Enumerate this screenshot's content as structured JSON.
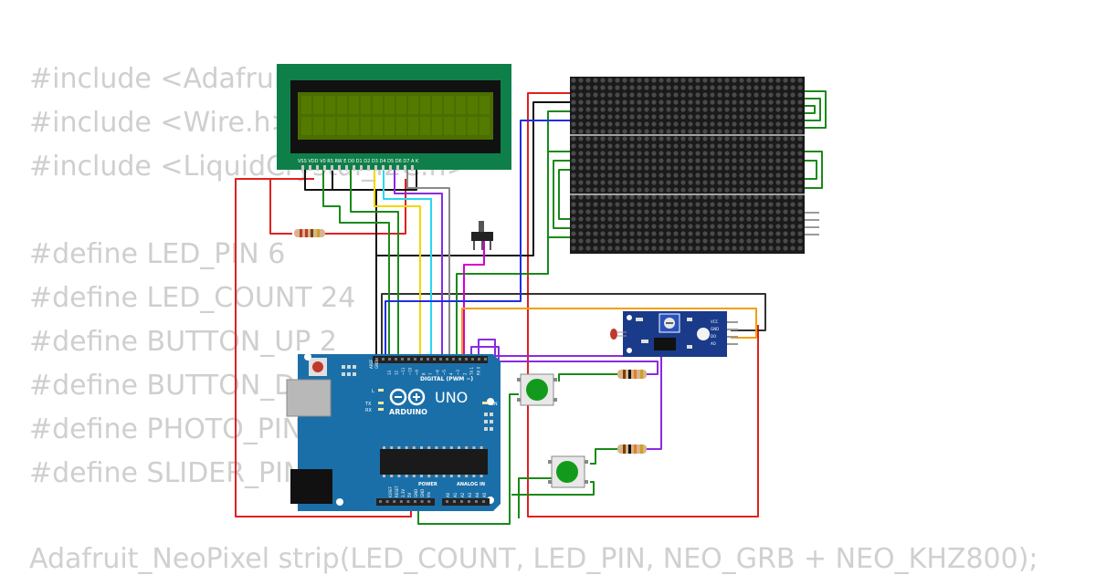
{
  "code": {
    "lines": [
      "#include <Adafruit_NeoPixel.h>",
      "#include <Wire.h>",
      "#include <LiquidCrystal_I2C.h>",
      "",
      "#define LED_PIN 6",
      "#define LED_COUNT 24",
      "#define BUTTON_UP 2",
      "#define BUTTON_DOWN 3",
      "#define PHOTO_PIN A0",
      "#define SLIDER_PIN A1"
    ],
    "footer": "Adafruit_NeoPixel strip(LED_COUNT, LED_PIN, NEO_GRB + NEO_KHZ800);"
  },
  "lcd": {
    "pin_labels": "VSS VDD V0 RS RW E D0 D1 D2 D3 D4 D5 D6 D7 A K"
  },
  "arduino": {
    "brand": "ARDUINO",
    "model": "UNO",
    "digital_label": "DIGITAL (PWM ~)",
    "power_label": "POWER",
    "analog_label": "ANALOG IN",
    "on_label": "ON",
    "tx_label": "TX",
    "rx_label": "RX",
    "l_label": "L",
    "aref_label": "AREF",
    "gnd_label": "GND",
    "top_pins": [
      "13",
      "12",
      "~11",
      "~10",
      "~9",
      "8",
      "7",
      "~6",
      "~5",
      "4",
      "~3",
      "2",
      "TX 1",
      "RX 0"
    ],
    "power_pins": [
      "IOREF",
      "RESET",
      "3.3V",
      "5V",
      "GND",
      "GND",
      "Vin"
    ],
    "analog_pins": [
      "A0",
      "A1",
      "A2",
      "A3",
      "A4",
      "A5"
    ]
  },
  "sensor": {
    "pin_labels": [
      "VCC",
      "GND",
      "DO",
      "AO"
    ]
  },
  "colors": {
    "board": "#1b6fa8",
    "lcd_pcb": "#0f7f4a",
    "lcd_glass": "#4a6f00",
    "matrix": "#1a1a1a",
    "wire_red": "#e02020",
    "wire_black": "#111111",
    "wire_green": "#1a8a1a",
    "wire_yellow": "#f2d800",
    "wire_cyan": "#27d9ee",
    "wire_purple": "#8a2be2",
    "wire_magenta": "#d400d4",
    "wire_blue": "#2030e0",
    "wire_orange": "#f2a000",
    "wire_gray": "#8a8a8a"
  }
}
